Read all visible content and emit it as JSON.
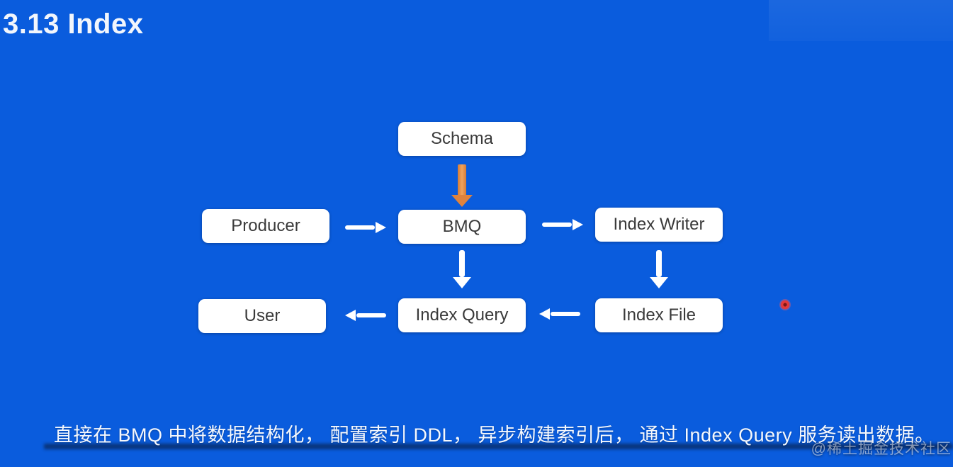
{
  "title": "3.13 Index",
  "nodes": {
    "schema": "Schema",
    "producer": "Producer",
    "bmq": "BMQ",
    "index_writer": "Index Writer",
    "user": "User",
    "index_query": "Index Query",
    "index_file": "Index File"
  },
  "edges": [
    {
      "from": "Schema",
      "to": "BMQ",
      "direction": "down",
      "color": "#df833d"
    },
    {
      "from": "Producer",
      "to": "BMQ",
      "direction": "right",
      "color": "#ffffff"
    },
    {
      "from": "BMQ",
      "to": "Index Writer",
      "direction": "right",
      "color": "#ffffff"
    },
    {
      "from": "BMQ",
      "to": "Index Query",
      "direction": "down",
      "color": "#ffffff"
    },
    {
      "from": "Index Writer",
      "to": "Index File",
      "direction": "down",
      "color": "#ffffff"
    },
    {
      "from": "Index File",
      "to": "Index Query",
      "direction": "left",
      "color": "#ffffff"
    },
    {
      "from": "Index Query",
      "to": "User",
      "direction": "left",
      "color": "#ffffff"
    }
  ],
  "caption": {
    "text": "直接在 BMQ 中将数据结构化， 配置索引 DDL， 异步构建索引后， 通过 Index Query 服务读出数据。"
  },
  "watermark": "@稀土掘金技术社区",
  "icons": {
    "pointer_dot": "red-pointer-dot"
  },
  "colors": {
    "background": "#0a5cdd",
    "box_fill": "#ffffff",
    "box_text": "#3a3a3a",
    "arrow_white": "#ffffff",
    "arrow_orange": "#df833d",
    "title_text": "#f2f6fc"
  }
}
